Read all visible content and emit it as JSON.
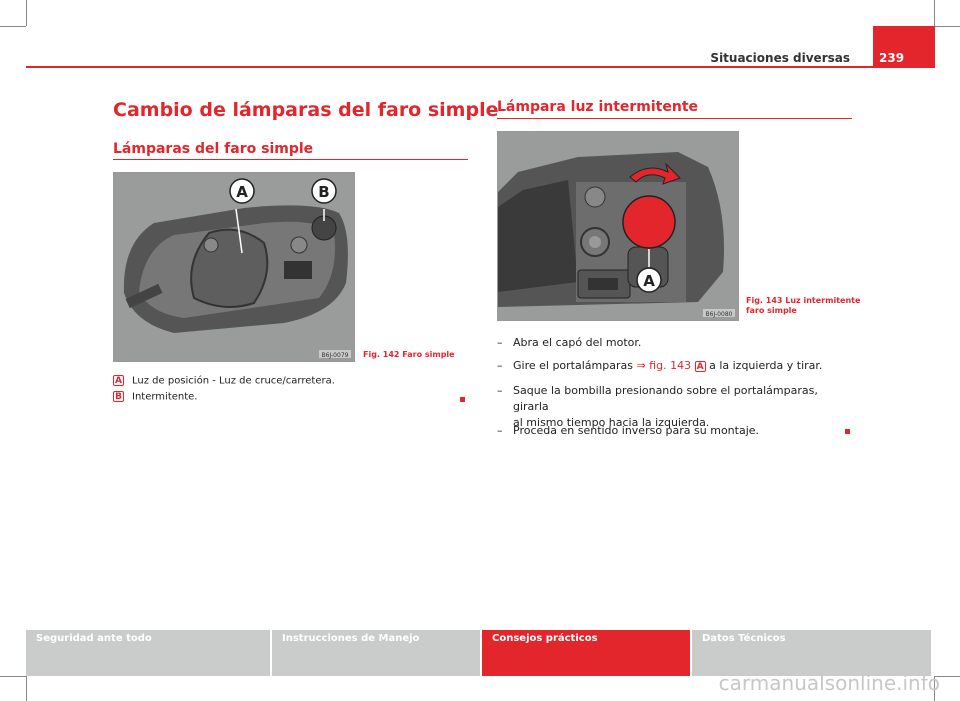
{
  "header": {
    "title": "Situaciones diversas",
    "page_number": "239"
  },
  "left": {
    "heading": "Cambio de lámparas del faro simple",
    "subheading": "Lámparas del faro simple",
    "figure": {
      "code": "B6J-0079",
      "caption": "Fig. 142  Faro simple",
      "callouts": [
        "A",
        "B"
      ]
    },
    "legend": [
      {
        "key": "A",
        "text": "Luz de posición - Luz de cruce/carretera."
      },
      {
        "key": "B",
        "text": "Intermitente."
      }
    ]
  },
  "right": {
    "subheading": "Lámpara luz intermitente",
    "figure": {
      "code": "B6J-0080",
      "caption_line1": "Fig. 143  Luz intermitente",
      "caption_line2": "faro simple",
      "callout": "A"
    },
    "steps": {
      "s1": "Abra el capó del motor.",
      "s2_pre": "Gire el portalámparas ",
      "s2_link": "⇒ fig. 143",
      "s2_badge": "A",
      "s2_post": " a la izquierda y tirar.",
      "s3_line1": "Saque la bombilla presionando sobre el portalámparas, girarla",
      "s3_line2": "al mismo tiempo hacia la izquierda.",
      "s4": "Proceda en sentido inverso para su montaje."
    },
    "dash": "–"
  },
  "footer": {
    "tabs": [
      {
        "label": "Seguridad ante todo",
        "active": false
      },
      {
        "label": "Instrucciones de Manejo",
        "active": false
      },
      {
        "label": "Consejos prácticos",
        "active": true
      },
      {
        "label": "Datos Técnicos",
        "active": false
      }
    ]
  },
  "watermark": "carmanualsonline.info",
  "colors": {
    "accent": "#e3262c",
    "tab_gray": "#c9ccca"
  }
}
